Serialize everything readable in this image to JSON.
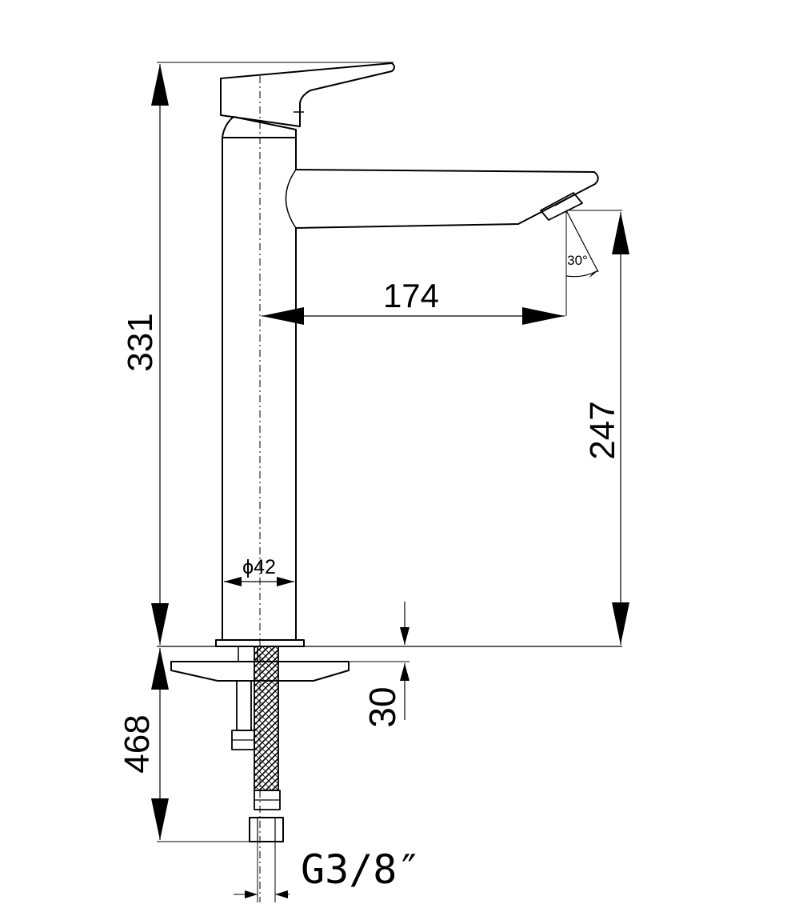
{
  "dimensions": {
    "total_height": "331",
    "spout_reach": "174",
    "spout_height": "247",
    "body_diameter": "ϕ42",
    "below_deck_length": "468",
    "max_deck_thickness": "30",
    "aerator_angle": "30°",
    "connection_thread": "G3/8″"
  },
  "colors": {
    "line": "#000000",
    "background": "#ffffff"
  }
}
